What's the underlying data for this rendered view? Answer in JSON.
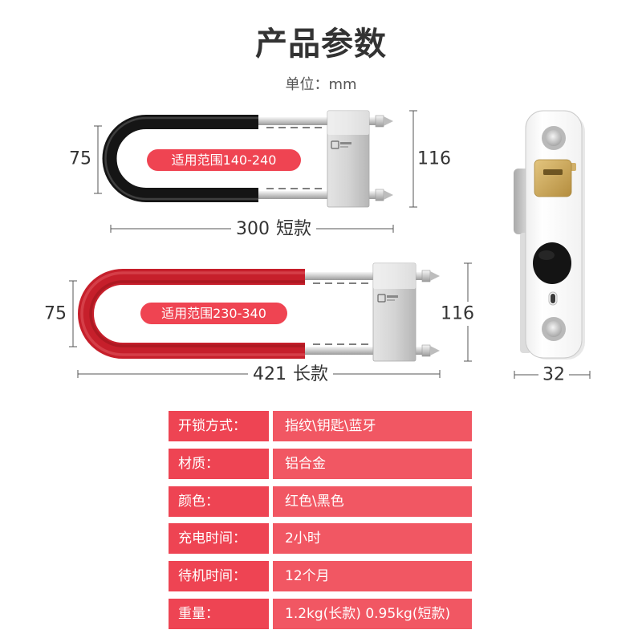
{
  "header": {
    "title": "产品参数",
    "unit": "单位：mm"
  },
  "short_lock": {
    "range_label": "适用范围140-240",
    "height": "75",
    "body_height": "116",
    "length": "300",
    "variant": "短款"
  },
  "long_lock": {
    "range_label": "适用范围230-340",
    "height": "75",
    "body_height": "116",
    "length": "421",
    "variant": "长款"
  },
  "module": {
    "width": "32"
  },
  "specs": [
    {
      "label": "开锁方式：",
      "value": "指纹\\钥匙\\蓝牙"
    },
    {
      "label": "材质：",
      "value": "铝合金"
    },
    {
      "label": "颜色：",
      "value": "红色\\黑色"
    },
    {
      "label": "充电时间：",
      "value": "2小时"
    },
    {
      "label": "待机时间：",
      "value": "12个月"
    },
    {
      "label": "重量：",
      "value": "1.2kg(长款) 0.95kg(短款)"
    }
  ],
  "icons": {
    "screw": "screw-icon",
    "key_cylinder": "key-cylinder-icon",
    "fingerprint": "fingerprint-sensor-icon",
    "indicator": "indicator-light-icon"
  },
  "colors": {
    "label_cell": "#ee4453",
    "value_cell": "#f15763",
    "pill": "#ef4452",
    "short_shackle": "#151515",
    "long_shackle": "#c61f2b",
    "key_cylinder": "#c9a55b",
    "text_dark": "#333333"
  }
}
